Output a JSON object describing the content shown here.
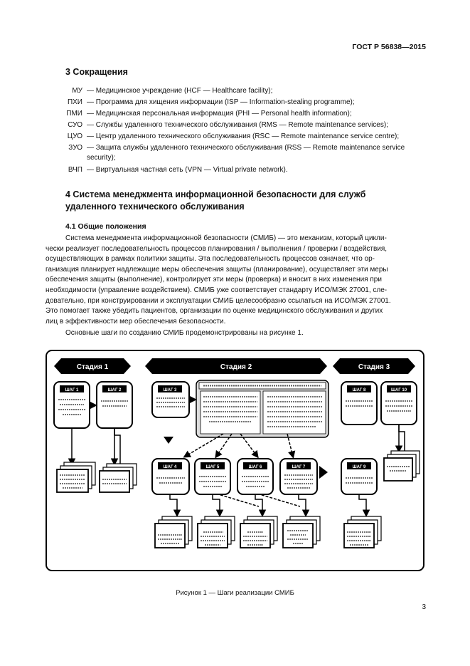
{
  "header": {
    "standard": "ГОСТ Р 56838—2015"
  },
  "section3": {
    "title": "3 Сокращения",
    "items": [
      {
        "abbr": "МУ",
        "text": "— Медицинское учреждение (HCF — Healthcare facility);"
      },
      {
        "abbr": "ПХИ",
        "text": "— Программа для хищения информации (ISP — Information-stealing programme);"
      },
      {
        "abbr": "ПМИ",
        "text": "— Медицинская персональная информация (PHI — Personal health information);"
      },
      {
        "abbr": "СУО",
        "text": "— Службы удаленного технического обслуживания (RMS — Remote maintenance services);"
      },
      {
        "abbr": "ЦУО",
        "text": "— Центр удаленного технического обслуживания (RSC — Remote maintenance service centre);"
      },
      {
        "abbr": "ЗУО",
        "text": "— Защита службы удаленного технического обслуживания (RSS — Remote maintenance service security);"
      },
      {
        "abbr": "ВЧП",
        "text": "— Виртуальная частная сеть (VPN — Virtual private network)."
      }
    ]
  },
  "section4": {
    "title": "4 Система менеджмента информационной безопасности для служб удаленного технического обслуживания",
    "subtitle": "4.1 Общие положения",
    "paragraph1": [
      "Система менеджмента информационной безопасности (СМИБ) — это механизм, который цикли-",
      "чески реализует последовательность процессов планирования / выполнения / проверки / воздействия,",
      "осуществляющих в рамках политики защиты. Эта последовательность процессов означает, что ор-",
      "ганизация планирует надлежащие меры обеспечения защиты (планирование), осуществляет эти меры",
      "обеспечения защиты (выполнение), контролирует эти меры (проверка) и вносит в них изменения при",
      "необходимости (управление воздействием). СМИБ уже соответствует стандарту ИСО/МЭК 27001, сле-",
      "довательно, при конструировании и эксплуатации СМИБ целесообразно ссылаться на ИСО/МЭК 27001.",
      "Это помогает также убедить пациентов, организации по оценке медицинского обслуживания и других",
      "лиц в эффективности мер обеспечения безопасности."
    ],
    "paragraph2": "Основные шаги по созданию СМИБ продемонстрированы на рисунке 1."
  },
  "figure": {
    "stages": [
      "Стадия 1",
      "Стадия 2",
      "Стадия 3"
    ],
    "steps": [
      "ШАГ 1",
      "ШАГ 2",
      "ШАГ 3",
      "ШАГ 4",
      "ШАГ 5",
      "ШАГ 6",
      "ШАГ 7",
      "ШАГ 8",
      "ШАГ 9",
      "ШАГ 10"
    ],
    "caption": "Рисунок 1 — Шаги реализации СМИБ"
  },
  "page_number": "3"
}
